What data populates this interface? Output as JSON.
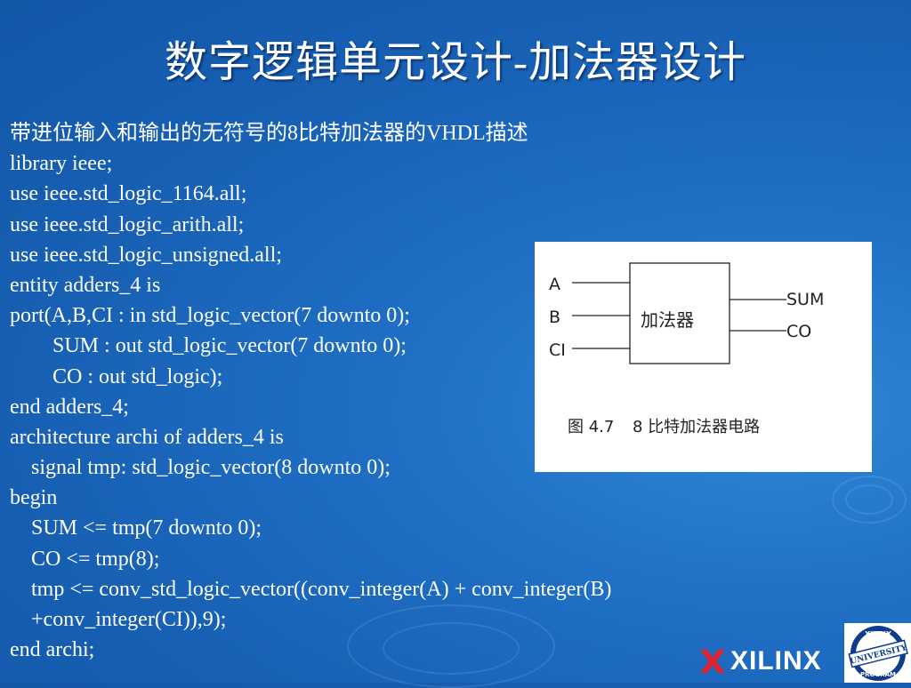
{
  "title": "数字逻辑单元设计-加法器设计",
  "lines": [
    "带进位输入和输出的无符号的8比特加法器的VHDL描述",
    "library ieee;",
    "use ieee.std_logic_1164.all;",
    "use ieee.std_logic_arith.all;",
    "use ieee.std_logic_unsigned.all;",
    "entity adders_4 is",
    "port(A,B,CI : in std_logic_vector(7 downto 0);",
    "        SUM : out std_logic_vector(7 downto 0);",
    "        CO : out std_logic);",
    "end adders_4;",
    "architecture archi of adders_4 is",
    "    signal tmp: std_logic_vector(8 downto 0);",
    "begin",
    "    SUM <= tmp(7 downto 0);",
    "    CO <= tmp(8);",
    "    tmp <= conv_std_logic_vector((conv_integer(A) + conv_integer(B)",
    "    +conv_integer(CI)),9);",
    "end archi;"
  ],
  "figure": {
    "inputs": [
      "A",
      "B",
      "CI"
    ],
    "outputs": [
      "SUM",
      "CO"
    ],
    "block_label": "加法器",
    "caption_num": "图 4.7",
    "caption_text": "8 比特加法器电路"
  },
  "logo": {
    "brand": "XILINX",
    "seal_top": "XILINX",
    "seal_middle": "UNIVERSITY",
    "seal_bottom": "PROGRAM"
  },
  "colors": {
    "background": "#1f6fc4",
    "text": "#ffffff",
    "logo_red": "#e5202a"
  },
  "icons": [
    "xilinx-logo-icon",
    "university-program-seal-icon"
  ]
}
